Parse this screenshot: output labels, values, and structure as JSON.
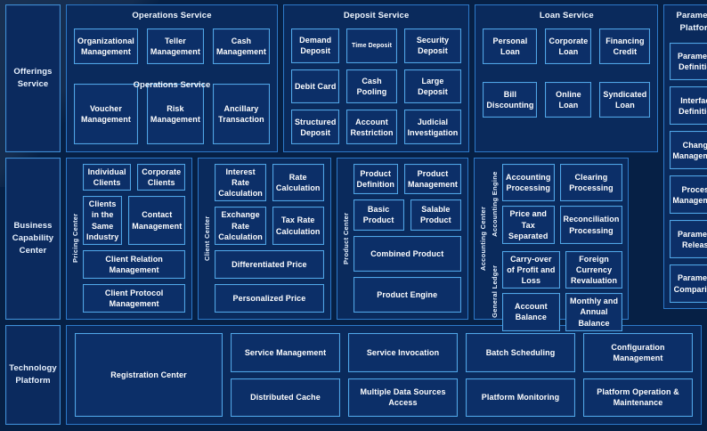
{
  "rows": [
    {
      "label": "Offerings\nService",
      "label_text": "Offerings Service",
      "groups": [
        {
          "title": "Operations Service",
          "duplicate_title": "Operations Service",
          "items": [
            "Organizational Management",
            "Teller Management",
            "Cash Management",
            "Voucher Management",
            "Risk Management",
            "Ancillary Transaction"
          ]
        },
        {
          "title": "Deposit Service",
          "items": [
            "Demand Deposit",
            "Time Deposit",
            "Security Deposit",
            "Debit Card",
            "Cash Pooling",
            "Large Deposit",
            "Structured Deposit",
            "Account Restriction",
            "Judicial Investigation"
          ],
          "small_items": [
            "Time Deposit"
          ]
        },
        {
          "title": "Loan Service",
          "items": [
            "Personal Loan",
            "Corporate Loan",
            "Financing Credit",
            "Bill Discounting",
            "Online Loan",
            "Syndicated Loan"
          ]
        }
      ]
    }
  ],
  "offerings": {
    "row_label": "Offerings Service",
    "operations": {
      "title": "Operations Service",
      "duplicate_title": "Operations Service",
      "items": [
        "Organizational Management",
        "Teller Management",
        "Cash Management",
        "Voucher Management",
        "Risk Management",
        "Ancillary Transaction"
      ]
    },
    "deposit": {
      "title": "Deposit Service",
      "items": [
        "Demand Deposit",
        "Time Deposit",
        "Security Deposit",
        "Debit Card",
        "Cash Pooling",
        "Large Deposit",
        "Structured Deposit",
        "Account Restriction",
        "Judicial Investigation"
      ]
    },
    "loan": {
      "title": "Loan Service",
      "items": [
        "Personal Loan",
        "Corporate Loan",
        "Financing Credit",
        "Bill Discounting",
        "Online Loan",
        "Syndicated Loan"
      ]
    }
  },
  "parameter_platform": {
    "title": "Parameter Platform",
    "items": [
      "Parameter Definition",
      "Interface Definition",
      "Change Management",
      "Process Management",
      "Parameter Release",
      "Parameter Comparison"
    ]
  },
  "business_capability": {
    "row_label": "Business Capability Center",
    "client_center": {
      "vlabel": "Pricing Center",
      "items": [
        "Individual Clients",
        "Corporate Clients",
        "Clients in the Same Industry",
        "Contact Management",
        "Client Relation Management",
        "Client Protocol Management"
      ]
    },
    "pricing_center": {
      "vlabel": "Client Center",
      "items": [
        "Interest Rate Calculation",
        "Rate Calculation",
        "Exchange Rate Calculation",
        "Tax Rate Calculation",
        "Differentiated Price",
        "Personalized Price"
      ]
    },
    "product_center": {
      "vlabel": "Product Center",
      "items": [
        "Product Definition",
        "Product Management",
        "Basic Product",
        "Salable Product",
        "Combined Product",
        "Product Engine"
      ]
    },
    "accounting_center": {
      "vlabel": "Accounting Center",
      "accounting_engine": {
        "vlabel": "Accounting Engine",
        "items": [
          "Accounting Processing",
          "Clearing Processing",
          "Price and Tax Separated",
          "Reconciliation Processing"
        ]
      },
      "general_ledger": {
        "vlabel": "General Ledger",
        "items": [
          "Carry-over of Profit and Loss",
          "Foreign Currency Revaluation",
          "Account Balance",
          "Monthly and Annual Balance"
        ]
      }
    }
  },
  "technology_platform": {
    "row_label": "Technology Platform",
    "registration_center": "Registration Center",
    "columns": [
      [
        "Service Management",
        "Distributed Cache"
      ],
      [
        "Service Invocation",
        "Multiple Data Sources Access"
      ],
      [
        "Batch Scheduling",
        "Platform Monitoring"
      ],
      [
        "Configuration Management",
        "Platform Operation & Maintenance"
      ]
    ]
  },
  "colors": {
    "background": "#062045",
    "panel": "#0a2a5c",
    "cell": "#0c2f68",
    "cell_border": "#4ea6e8",
    "group_border": "#2d79c9",
    "label_border": "#3e8fd8",
    "text": "#ffffff"
  }
}
